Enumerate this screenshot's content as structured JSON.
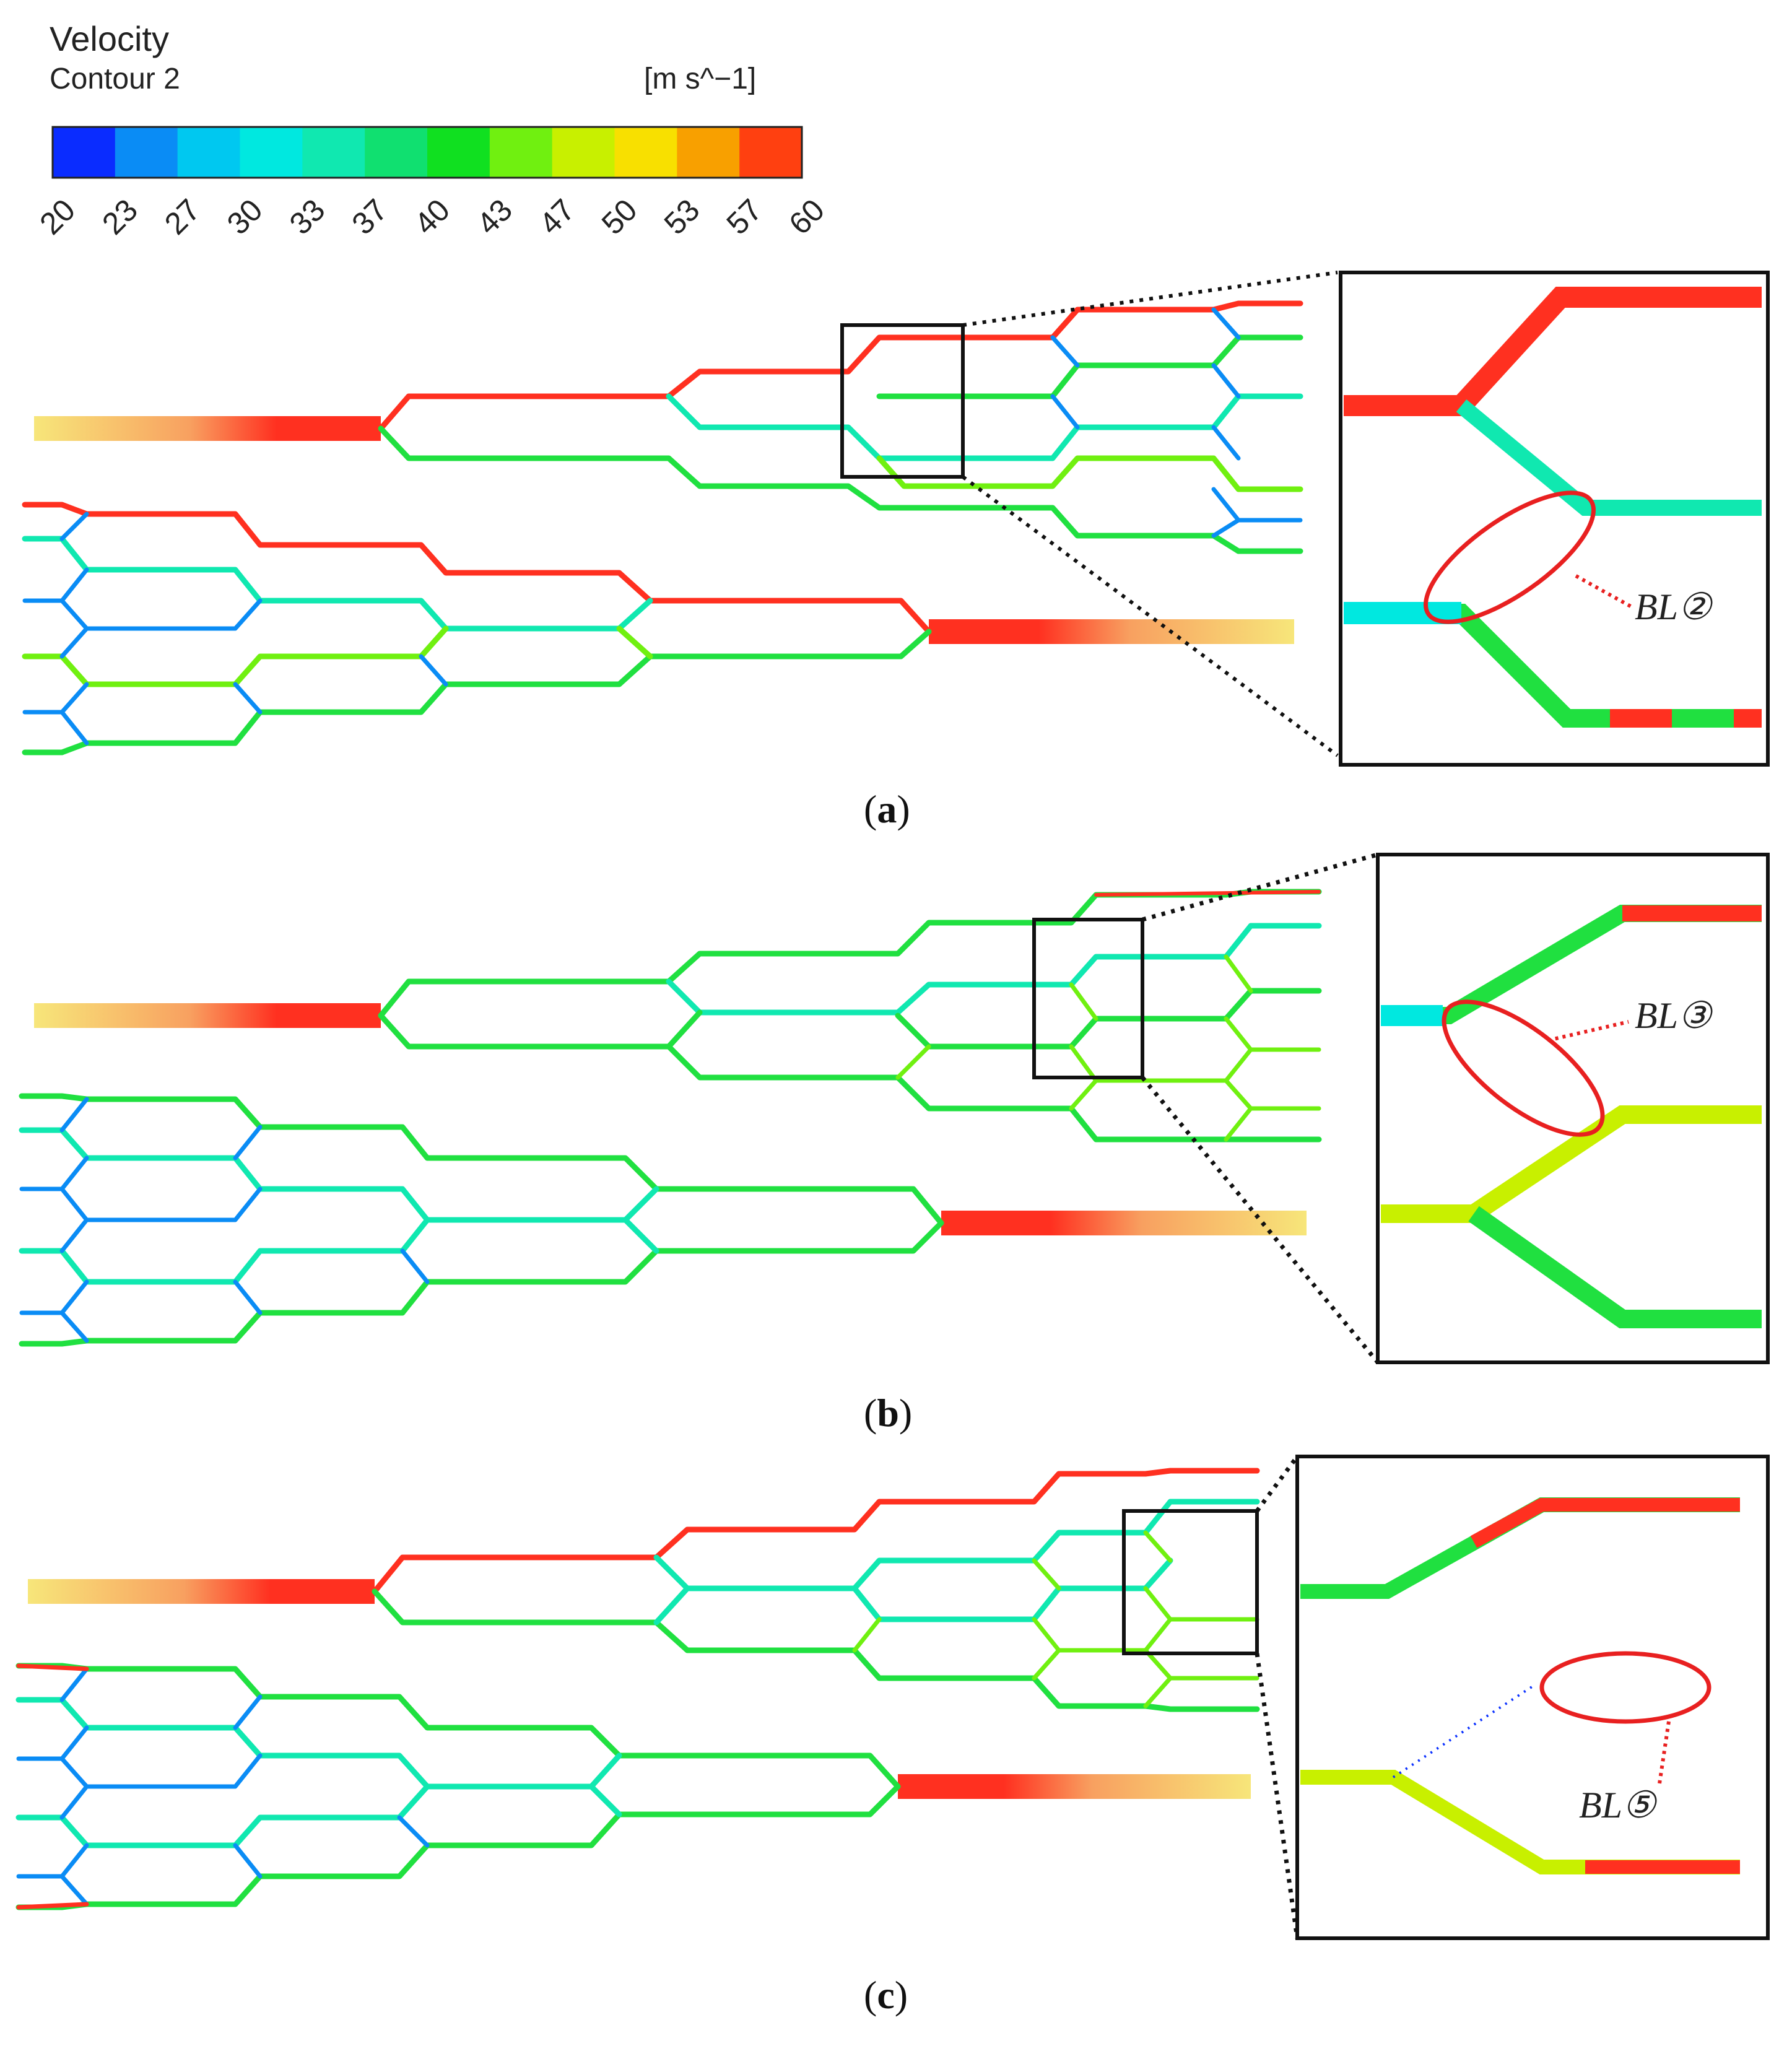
{
  "legend": {
    "title": "Velocity",
    "subtitle": "Contour 2",
    "unit": "[m s^−1]",
    "ticks": [
      "20",
      "23",
      "27",
      "30",
      "33",
      "37",
      "40",
      "43",
      "47",
      "50",
      "53",
      "57",
      "60"
    ],
    "colors": [
      "#0a2cff",
      "#0a8cf5",
      "#00c8f0",
      "#00e8e0",
      "#10e8b0",
      "#10e070",
      "#10e020",
      "#70f010",
      "#c8f000",
      "#f8e000",
      "#f8a000",
      "#ff4010"
    ]
  },
  "panels": [
    {
      "caption_open": "(",
      "caption_letter": "a",
      "caption_close": ")",
      "label": "BL②"
    },
    {
      "caption_open": "(",
      "caption_letter": "b",
      "caption_close": ")",
      "label": "BL③"
    },
    {
      "caption_open": "(",
      "caption_letter": "c",
      "caption_close": ")",
      "label": "BL⑤"
    }
  ],
  "colors": {
    "high": "#ff2a10",
    "mid": "#20e040",
    "low": "#0a30ff",
    "inlet": "#f0d070",
    "annotation": "#e82020"
  }
}
